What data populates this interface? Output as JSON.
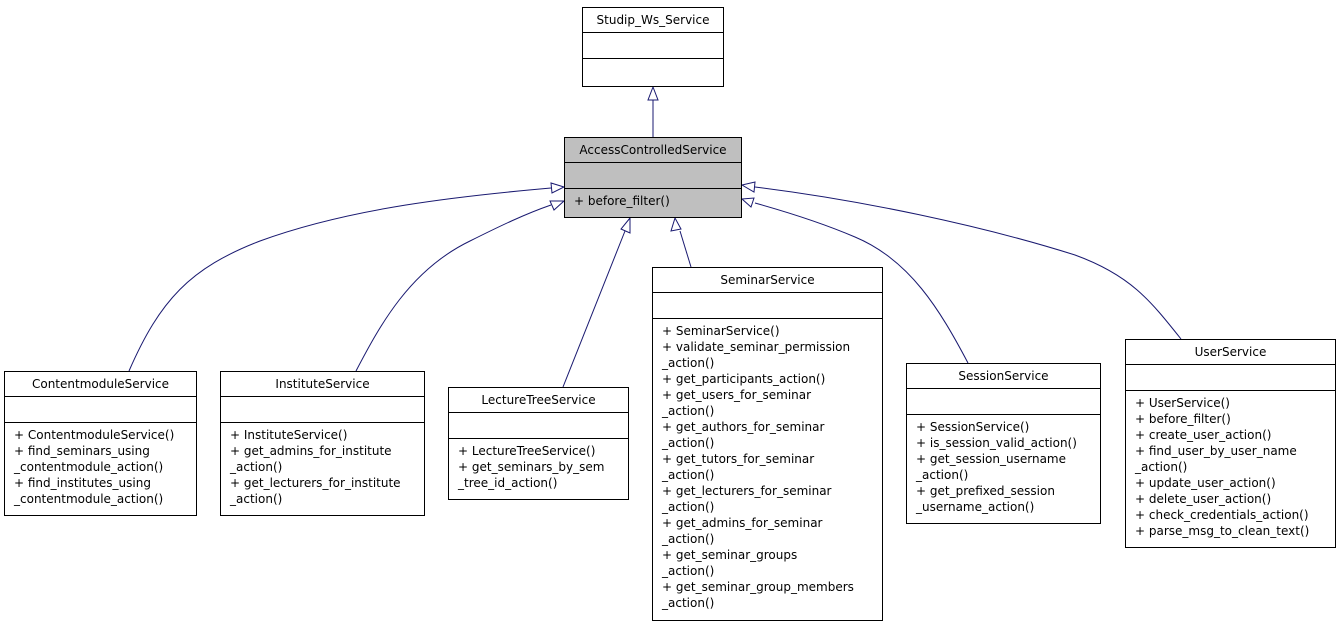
{
  "classes": {
    "studip_ws_service": {
      "name": "Studip_Ws_Service",
      "operations": []
    },
    "access_controlled_service": {
      "name": "AccessControlledService",
      "operations": [
        "+ before_filter()"
      ]
    },
    "contentmodule_service": {
      "name": "ContentmoduleService",
      "operations": [
        "+ ContentmoduleService()",
        "+ find_seminars_using",
        "_contentmodule_action()",
        "+ find_institutes_using",
        "_contentmodule_action()"
      ]
    },
    "institute_service": {
      "name": "InstituteService",
      "operations": [
        "+ InstituteService()",
        "+ get_admins_for_institute",
        "_action()",
        "+ get_lecturers_for_institute",
        "_action()"
      ]
    },
    "lecture_tree_service": {
      "name": "LectureTreeService",
      "operations": [
        "+ LectureTreeService()",
        "+ get_seminars_by_sem",
        "_tree_id_action()"
      ]
    },
    "seminar_service": {
      "name": "SeminarService",
      "operations": [
        "+ SeminarService()",
        "+ validate_seminar_permission",
        "_action()",
        "+ get_participants_action()",
        "+ get_users_for_seminar",
        "_action()",
        "+ get_authors_for_seminar",
        "_action()",
        "+ get_tutors_for_seminar",
        "_action()",
        "+ get_lecturers_for_seminar",
        "_action()",
        "+ get_admins_for_seminar",
        "_action()",
        "+ get_seminar_groups",
        "_action()",
        "+ get_seminar_group_members",
        "_action()"
      ]
    },
    "session_service": {
      "name": "SessionService",
      "operations": [
        "+ SessionService()",
        "+ is_session_valid_action()",
        "+ get_session_username",
        "_action()",
        "+ get_prefixed_session",
        "_username_action()"
      ]
    },
    "user_service": {
      "name": "UserService",
      "operations": [
        "+ UserService()",
        "+ before_filter()",
        "+ create_user_action()",
        "+ find_user_by_user_name",
        "_action()",
        "+ update_user_action()",
        "+ delete_user_action()",
        "+ check_credentials_action()",
        "+ parse_msg_to_clean_text()"
      ]
    }
  },
  "colors": {
    "edge": "#191970",
    "highlight_fill": "#bfbfbf",
    "box_border": "#000000"
  }
}
